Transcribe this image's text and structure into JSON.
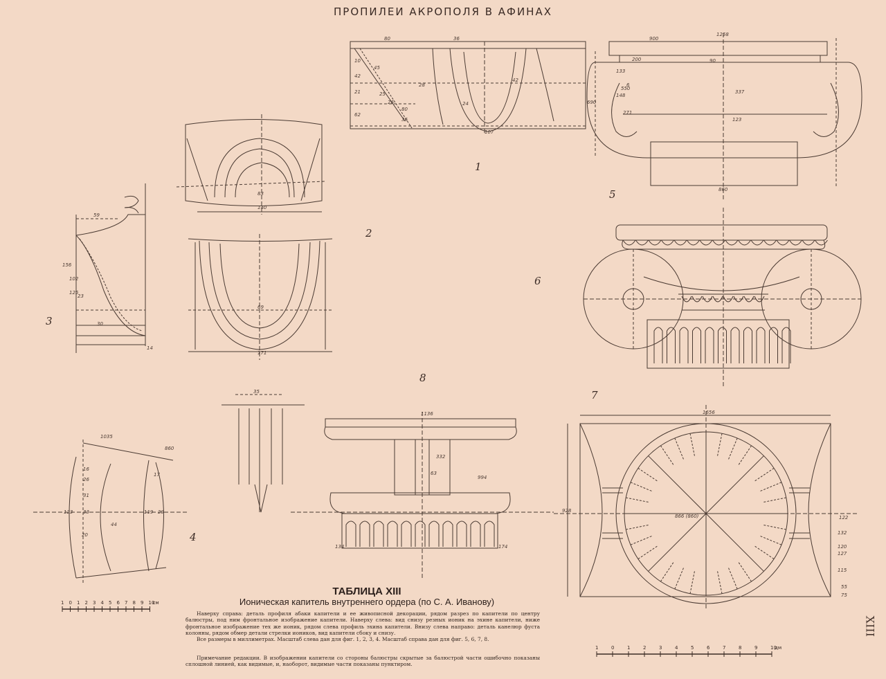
{
  "header": {
    "title": "ПРОПИЛЕИ АКРОПОЛЯ В АФИНАХ"
  },
  "figure_numbers": [
    "1",
    "2",
    "3",
    "4",
    "5",
    "6",
    "7",
    "8"
  ],
  "dimensions": {
    "fig1": [
      "80",
      "36",
      "10",
      "42",
      "21",
      "45",
      "62",
      "25",
      "26",
      "80",
      "36",
      "24",
      "107",
      "42",
      "28"
    ],
    "fig2": [
      "83",
      "140"
    ],
    "fig3": [
      "59",
      "156",
      "102",
      "125",
      "23",
      "30",
      "14"
    ],
    "fig8": [
      "69",
      "171"
    ],
    "fig4": [
      "1035",
      "860",
      "16",
      "26",
      "31",
      "33",
      "20",
      "17",
      "123",
      "119",
      "29",
      "44"
    ],
    "fig5": [
      "1258",
      "900",
      "200",
      "6",
      "90",
      "337",
      "550",
      "690",
      "860",
      "133",
      "148",
      "271",
      "123"
    ],
    "fig_center": [
      "35",
      "1136",
      "332",
      "63",
      "994",
      "134",
      "174"
    ],
    "fig7": [
      "1656",
      "928",
      "866 (860)",
      "122",
      "132",
      "120",
      "127",
      "115",
      "55",
      "75"
    ]
  },
  "caption": {
    "table_number": "ТАБЛИЦА XIII",
    "subtitle": "Ионическая капитель внутреннего ордера (по С. А. Иванову)",
    "paragraph1": "Наверху справа: деталь профиля абаки капители и ее живописной декорации, рядом разрез по капители по центру балюстры, под ним фронтальное изображение капители. Наверху слева: вид снизу резных ионик на эхине капители, ниже фронтальное изображение тех же ионик, рядом слева профиль эхина капители. Внизу слева направо: деталь канелюр фуста колонны, рядом обмер детали стрелки иоников, вид капители сбоку и снизу.",
    "paragraph2": "Все размеры в миллиметрах. Масштаб слева дан для фиг. 1, 2, 3, 4. Масштаб справа дан для фиг. 5, 6, 7, 8.",
    "paragraph3": "Примечание редакции. В изображении капители со стороны балюстры скрытые за балюстрой части ошибочно показаны сплошной линией, как видимые, и, наоборот, видимые части показаны пунктиром."
  },
  "scales": {
    "left": {
      "ticks": [
        "1",
        "0",
        "1",
        "2",
        "3",
        "4",
        "5",
        "6",
        "7",
        "8",
        "9",
        "10"
      ],
      "unit": "см"
    },
    "right": {
      "ticks": [
        "1",
        "0",
        "1",
        "2",
        "3",
        "4",
        "5",
        "6",
        "7",
        "8",
        "9",
        "10"
      ],
      "unit": "дм"
    }
  },
  "side_mark": "XIII"
}
